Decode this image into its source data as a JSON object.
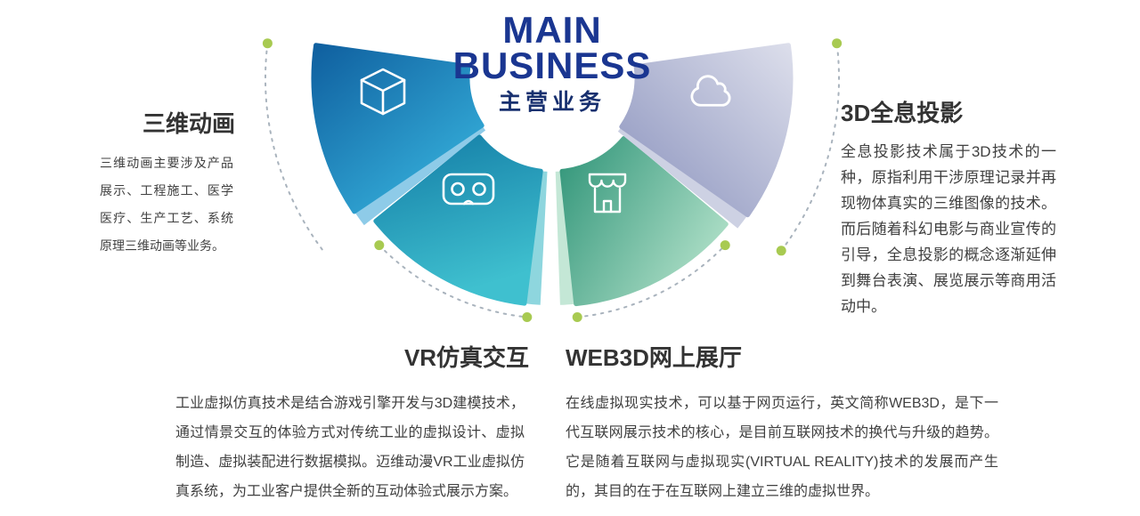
{
  "title": {
    "line1": "MAIN",
    "line2": "BUSINESS",
    "subtitle": "主营业务"
  },
  "sections": {
    "animation": {
      "heading": "三维动画",
      "body": "三维动画主要涉及产品展示、工程施工、医学医疗、生产工艺、系统原理三维动画等业务。"
    },
    "hologram": {
      "heading": "3D全息投影",
      "body": "全息投影技术属于3D技术的一种，原指利用干涉原理记录并再现物体真实的三维图像的技术。而后随着科幻电影与商业宣传的引导，全息投影的概念逐渐延伸到舞台表演、展览展示等商用活动中。"
    },
    "vr": {
      "heading": "VR仿真交互",
      "body": "工业虚拟仿真技术是结合游戏引擎开发与3D建模技术，通过情景交互的体验方式对传统工业的虚拟设计、虚拟制造、虚拟装配进行数据模拟。迈维动漫VR工业虚拟仿真系统，为工业客户提供全新的互动体验式展示方案。"
    },
    "web3d": {
      "heading": "WEB3D网上展厅",
      "body": "在线虚拟现实技术，可以基于网页运行，英文简称WEB3D，是下一代互联网展示技术的核心，是目前互联网技术的换代与升级的趋势。它是随着互联网与虚拟现实(VIRTUAL REALITY)技术的发展而产生的，其目的在于在互联网上建立三维的虚拟世界。"
    }
  },
  "icons": {
    "animation": "cube-icon",
    "vr": "vr-goggles-icon",
    "web3d": "storefront-icon",
    "hologram": "cloud-icon"
  },
  "colors": {
    "title_navy": "#1a3691",
    "subtitle_navy": "#18306f",
    "petal_animation_dark": "#0f5f9f",
    "petal_animation_light": "#37b3dd",
    "petal_vr_dark": "#137ca6",
    "petal_vr_light": "#3fc0cf",
    "petal_web3d_dark": "#2f9478",
    "petal_web3d_light": "#abddc5",
    "petal_hologram_dark": "#8a92bd",
    "petal_hologram_light": "#dcdeeb",
    "accent_dot_green": "#a8ca51",
    "dashed_arc_gray": "#a9b3bd",
    "heading_text": "#333333",
    "body_text": "#404040"
  }
}
